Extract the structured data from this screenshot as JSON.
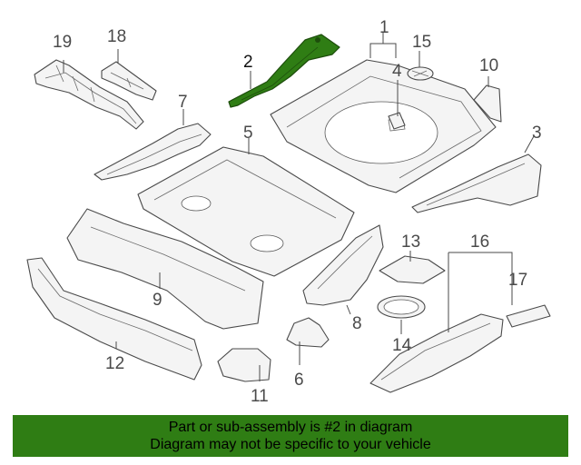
{
  "diagram": {
    "callouts": [
      "1",
      "2",
      "3",
      "4",
      "5",
      "6",
      "7",
      "8",
      "9",
      "10",
      "11",
      "12",
      "13",
      "14",
      "15",
      "16",
      "17",
      "18",
      "19"
    ],
    "highlight_part": "2",
    "colors": {
      "highlight": "#2f7d14",
      "line": "#4a4a4a",
      "part_fill": "#f4f4f4"
    }
  },
  "banner": {
    "line1": "Part or sub-assembly is #2 in diagram",
    "line2": "Diagram may not be specific to your vehicle",
    "background": "#2f7d14"
  }
}
